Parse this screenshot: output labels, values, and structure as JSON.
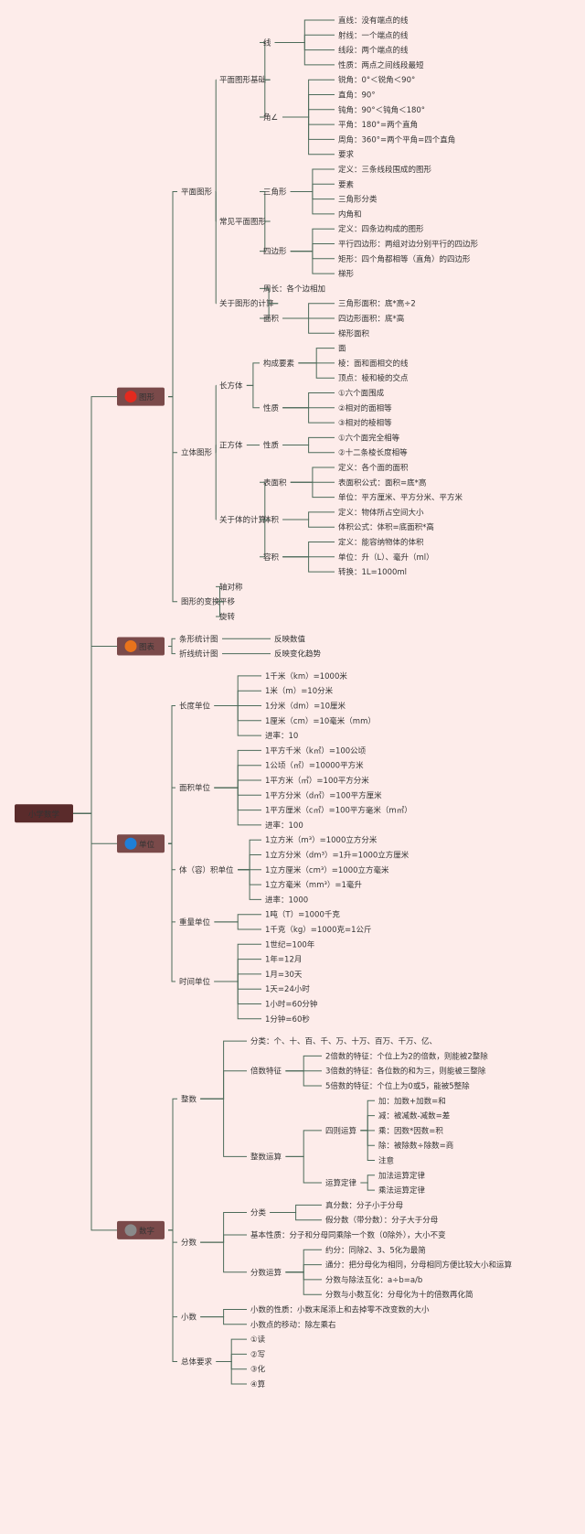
{
  "root": "小学数学",
  "colors": {
    "background": "#fdecea",
    "line": "#4d6b5a",
    "root_box": "#5a2b2b",
    "branch_box": "#7a4a4a",
    "text": "#333333"
  },
  "branches": [
    {
      "label": "图形",
      "icon_color": "#e32a1f",
      "children": [
        {
          "label": "平面图形",
          "children": [
            {
              "label": "平面图形基础",
              "children": [
                {
                  "label": "线",
                  "children": [
                    {
                      "label": "直线：没有端点的线"
                    },
                    {
                      "label": "射线：一个端点的线"
                    },
                    {
                      "label": "线段：两个端点的线"
                    },
                    {
                      "label": "性质：两点之间线段最短"
                    }
                  ]
                },
                {
                  "label": "角∠",
                  "children": [
                    {
                      "label": "锐角：0°＜锐角＜90°"
                    },
                    {
                      "label": "直角：90°"
                    },
                    {
                      "label": "钝角：90°＜钝角＜180°"
                    },
                    {
                      "label": "平角：180°=两个直角"
                    },
                    {
                      "label": "周角：360°=两个平角=四个直角"
                    },
                    {
                      "label": "要求"
                    }
                  ]
                }
              ]
            },
            {
              "label": "常见平面图形",
              "children": [
                {
                  "label": "三角形",
                  "children": [
                    {
                      "label": "定义：三条线段围成的图形"
                    },
                    {
                      "label": "要素"
                    },
                    {
                      "label": "三角形分类"
                    },
                    {
                      "label": "内角和"
                    }
                  ]
                },
                {
                  "label": "四边形",
                  "children": [
                    {
                      "label": "定义：四条边构成的图形"
                    },
                    {
                      "label": "平行四边形：两组对边分别平行的四边形"
                    },
                    {
                      "label": "矩形：四个角都相等（直角）的四边形"
                    },
                    {
                      "label": "梯形"
                    }
                  ]
                }
              ]
            },
            {
              "label": "关于图形的计算",
              "children": [
                {
                  "label": "周长：各个边相加"
                },
                {
                  "label": "面积",
                  "children": [
                    {
                      "label": "三角形面积：底*高÷2"
                    },
                    {
                      "label": "四边形面积：底*高"
                    },
                    {
                      "label": "梯形面积"
                    }
                  ]
                }
              ]
            }
          ]
        },
        {
          "label": "立体图形",
          "children": [
            {
              "label": "长方体",
              "children": [
                {
                  "label": "构成要素",
                  "children": [
                    {
                      "label": "面"
                    },
                    {
                      "label": "棱：面和面相交的线"
                    },
                    {
                      "label": "顶点：棱和棱的交点"
                    }
                  ]
                },
                {
                  "label": "性质",
                  "children": [
                    {
                      "label": "①六个面围成"
                    },
                    {
                      "label": "②相对的面相等"
                    },
                    {
                      "label": "③相对的棱相等"
                    }
                  ]
                }
              ]
            },
            {
              "label": "正方体",
              "children": [
                {
                  "label": "性质",
                  "children": [
                    {
                      "label": "①六个面完全相等"
                    },
                    {
                      "label": "②十二条棱长度相等"
                    }
                  ]
                }
              ]
            },
            {
              "label": "关于体的计算",
              "children": [
                {
                  "label": "表面积",
                  "children": [
                    {
                      "label": "定义：各个面的面积"
                    },
                    {
                      "label": "表面积公式：面积=底*高"
                    },
                    {
                      "label": "单位：平方厘米、平方分米、平方米"
                    }
                  ]
                },
                {
                  "label": "体积",
                  "children": [
                    {
                      "label": "定义：物体所占空间大小"
                    },
                    {
                      "label": "体积公式：体积=底面积*高"
                    }
                  ]
                },
                {
                  "label": "容积",
                  "children": [
                    {
                      "label": "定义：能容纳物体的体积"
                    },
                    {
                      "label": "单位：升（L）、毫升（ml）"
                    },
                    {
                      "label": "转换：1L=1000ml"
                    }
                  ]
                }
              ]
            }
          ]
        },
        {
          "label": "图形的变换",
          "children": [
            {
              "label": "轴对称"
            },
            {
              "label": "平移"
            },
            {
              "label": "旋转"
            }
          ]
        }
      ]
    },
    {
      "label": "图表",
      "icon_color": "#e8731c",
      "children": [
        {
          "label": "条形统计图",
          "children": [
            {
              "label": "反映数值"
            }
          ]
        },
        {
          "label": "折线统计图",
          "children": [
            {
              "label": "反映变化趋势"
            }
          ]
        }
      ]
    },
    {
      "label": "单位",
      "icon_color": "#1f7fd8",
      "children": [
        {
          "label": "长度单位",
          "children": [
            {
              "label": "1千米（km）=1000米"
            },
            {
              "label": "1米（m）=10分米"
            },
            {
              "label": "1分米（dm）=10厘米"
            },
            {
              "label": "1厘米（cm）=10毫米（mm）"
            },
            {
              "label": "进率：10"
            }
          ]
        },
        {
          "label": "面积单位",
          "children": [
            {
              "label": "1平方千米（k㎡）=100公顷"
            },
            {
              "label": "1公顷（㎡）=10000平方米"
            },
            {
              "label": "1平方米（㎡）=100平方分米"
            },
            {
              "label": "1平方分米（d㎡）=100平方厘米"
            },
            {
              "label": "1平方厘米（c㎡）=100平方毫米（m㎡）"
            },
            {
              "label": "进率：100"
            }
          ]
        },
        {
          "label": "体（容）积单位",
          "children": [
            {
              "label": "1立方米（m³）=1000立方分米"
            },
            {
              "label": "1立方分米（dm³）=1升=1000立方厘米"
            },
            {
              "label": "1立方厘米（cm³）=1000立方毫米"
            },
            {
              "label": "1立方毫米（mm³）=1毫升"
            },
            {
              "label": "进率：1000"
            }
          ]
        },
        {
          "label": "重量单位",
          "children": [
            {
              "label": "1吨（T）=1000千克"
            },
            {
              "label": "1千克（kg）=1000克=1公斤"
            }
          ]
        },
        {
          "label": "时间单位",
          "children": [
            {
              "label": "1世纪=100年"
            },
            {
              "label": "1年=12月"
            },
            {
              "label": "1月=30天"
            },
            {
              "label": "1天=24小时"
            },
            {
              "label": "1小时=60分钟"
            },
            {
              "label": "1分钟=60秒"
            }
          ]
        }
      ]
    },
    {
      "label": "数字",
      "icon_color": "#8a8a8a",
      "children": [
        {
          "label": "整数",
          "children": [
            {
              "label": "分类：个、十、百、千、万、十万、百万、千万、亿、"
            },
            {
              "label": "倍数特征",
              "children": [
                {
                  "label": "2倍数的特征：个位上为2的倍数，则能被2整除"
                },
                {
                  "label": "3倍数的特征：各位数的和为三，则能被三整除"
                },
                {
                  "label": "5倍数的特征：个位上为0或5，能被5整除"
                }
              ]
            },
            {
              "label": "整数运算",
              "children": [
                {
                  "label": "四则运算",
                  "children": [
                    {
                      "label": "加：加数+加数=和"
                    },
                    {
                      "label": "减：被减数-减数=差"
                    },
                    {
                      "label": "乘：因数*因数=积"
                    },
                    {
                      "label": "除：被除数÷除数=商"
                    },
                    {
                      "label": "注意"
                    }
                  ]
                },
                {
                  "label": "运算定律",
                  "children": [
                    {
                      "label": "加法运算定律"
                    },
                    {
                      "label": "乘法运算定律"
                    }
                  ]
                }
              ]
            }
          ]
        },
        {
          "label": "分数",
          "children": [
            {
              "label": "分类",
              "children": [
                {
                  "label": "真分数：分子小于分母"
                },
                {
                  "label": "假分数（带分数）：分子大于分母"
                }
              ]
            },
            {
              "label": "基本性质：分子和分母同乘除一个数（0除外），大小不变"
            },
            {
              "label": "分数运算",
              "children": [
                {
                  "label": "约分：同除2、3、5化为最简"
                },
                {
                  "label": "通分：把分母化为相同，分母相同方便比较大小和运算"
                },
                {
                  "label": "分数与除法互化：a÷b=a/b"
                },
                {
                  "label": "分数与小数互化：分母化为十的倍数再化简"
                }
              ]
            }
          ]
        },
        {
          "label": "小数",
          "children": [
            {
              "label": "小数的性质：小数末尾添上和去掉零不改变数的大小"
            },
            {
              "label": "小数点的移动：除左乘右"
            }
          ]
        },
        {
          "label": "总体要求",
          "children": [
            {
              "label": "①读"
            },
            {
              "label": "②写"
            },
            {
              "label": "③化"
            },
            {
              "label": "④算"
            }
          ]
        }
      ]
    }
  ]
}
